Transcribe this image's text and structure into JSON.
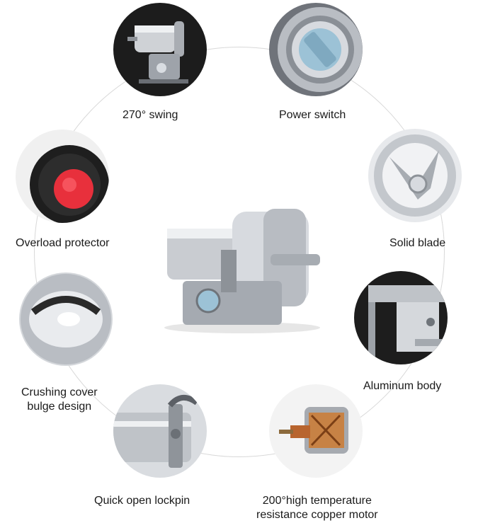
{
  "features": [
    {
      "id": "swing",
      "label": "270° swing",
      "icon": "swing-motor-photo"
    },
    {
      "id": "power",
      "label": "Power switch",
      "icon": "power-switch-photo"
    },
    {
      "id": "blade",
      "label": "Solid blade",
      "icon": "blade-photo"
    },
    {
      "id": "body",
      "label": "Aluminum body",
      "icon": "aluminum-body-photo"
    },
    {
      "id": "motor",
      "label_line1": "200°high temperature",
      "label_line2": "resistance copper motor",
      "icon": "copper-motor-photo"
    },
    {
      "id": "lockpin",
      "label": "Quick open lockpin",
      "icon": "lockpin-photo"
    },
    {
      "id": "cover",
      "label_line1": "Crushing cover",
      "label_line2": "bulge design",
      "icon": "cover-bulge-photo"
    },
    {
      "id": "overload",
      "label": "Overload protector",
      "icon": "overload-button-photo"
    }
  ],
  "center_product": "grinder-machine-photo",
  "colors": {
    "ring": "#d8d8d8",
    "photo_dark": "#1b1b1b",
    "steel": "#c9ccd1",
    "button_red": "#e8303c",
    "copper": "#b8642e"
  }
}
